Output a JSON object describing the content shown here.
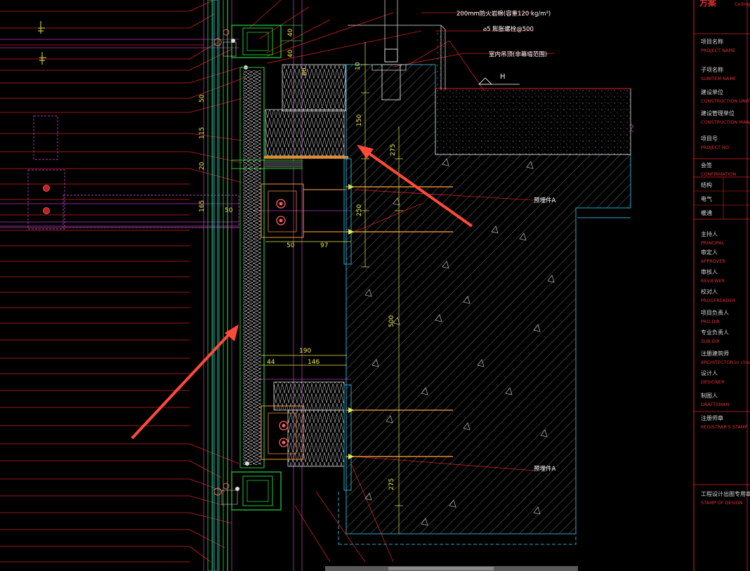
{
  "drawing": {
    "notes": {
      "insulation": "200mm防火岩棉(容重120 kg/m³)",
      "anchor": "⌀5 膨胀螺栓@500",
      "ceiling": "室内吊顶(非幕墙范围)",
      "elevation_mark": "H",
      "embed_a_top": "预埋件A",
      "embed_a_bottom": "预埋件A"
    },
    "dims": {
      "d40a": "40",
      "d40b": "40",
      "d10": "10",
      "d80": "80",
      "d50_left": "50",
      "d115": "115",
      "d20": "20",
      "d165": "165",
      "d50_mid": "50",
      "d150": "150",
      "d275_top": "275",
      "d250": "250",
      "d50_bottom": "50",
      "d97": "97",
      "d500": "500",
      "d190": "190",
      "d44": "44",
      "d146": "146",
      "d275_bottom": "275"
    }
  },
  "title_block": {
    "top_label": "方案",
    "top_sub": "Ceiling",
    "rows": [
      {
        "cn": "项目名称",
        "en": "PROJECT NAME"
      },
      {
        "cn": "子项名称",
        "en": "SUBITEM NAME"
      },
      {
        "cn": "建设单位",
        "en": "CONSTRUCTION UNIT"
      },
      {
        "cn": "建设管理单位",
        "en": "CONSTRUCTION MANAGEMENT UNIT"
      },
      {
        "cn": "项目号",
        "en": "PROJECT NO."
      },
      {
        "cn": "会签",
        "en": "CONFIRMATION"
      },
      {
        "cn": "结构",
        "en": ""
      },
      {
        "cn": "电气",
        "en": ""
      },
      {
        "cn": "暖通",
        "en": ""
      },
      {
        "cn": "主持人",
        "en": "PRINCIPAL"
      },
      {
        "cn": "审定人",
        "en": "APPROVER"
      },
      {
        "cn": "审核人",
        "en": "REVIEWER"
      },
      {
        "cn": "校对人",
        "en": "PROOFREADER"
      },
      {
        "cn": "项目负责人",
        "en": "PRO.DIR"
      },
      {
        "cn": "专业负责人",
        "en": "SUB.DIR"
      },
      {
        "cn": "注册建筑师",
        "en": "ARCHITECTOR(in charge)"
      },
      {
        "cn": "设计人",
        "en": "DESIGNER"
      },
      {
        "cn": "制图人",
        "en": "DRAFTSMAN"
      },
      {
        "cn": "注册师章",
        "en": "REGISTRAR'S STAMP"
      },
      {
        "cn": "工程设计出图专用章",
        "en": "STAMP OF DESIGN"
      }
    ]
  },
  "colors": {
    "background": "#000000",
    "leader": "#e02020",
    "mullion_green": "#22c83a",
    "cyan": "#2aa8c8",
    "magenta": "#c040c0",
    "dimension": "#e8e84a",
    "orange": "#e08a30",
    "arrow": "#ff4a3a"
  }
}
